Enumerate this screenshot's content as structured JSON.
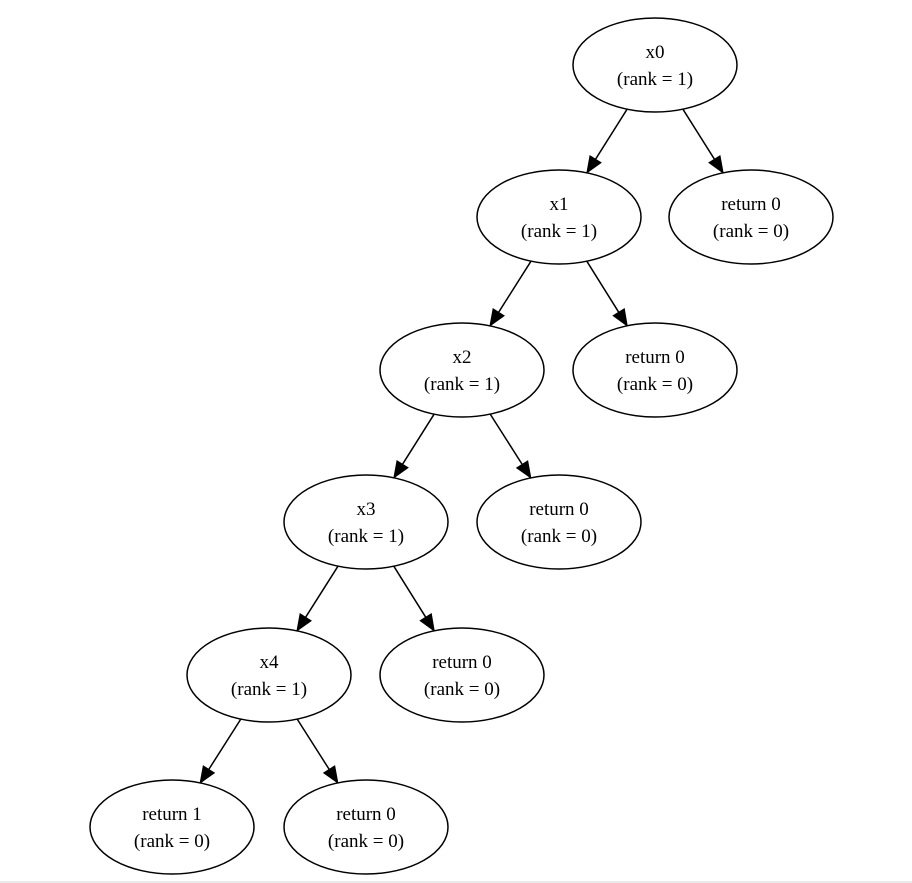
{
  "nodes": [
    {
      "id": "x0",
      "name": "x0",
      "rank": "(rank = 1)"
    },
    {
      "id": "x1",
      "name": "x1",
      "rank": "(rank = 1)"
    },
    {
      "id": "r0a",
      "name": "return 0",
      "rank": "(rank = 0)"
    },
    {
      "id": "x2",
      "name": "x2",
      "rank": "(rank = 1)"
    },
    {
      "id": "r0b",
      "name": "return 0",
      "rank": "(rank = 0)"
    },
    {
      "id": "x3",
      "name": "x3",
      "rank": "(rank = 1)"
    },
    {
      "id": "r0c",
      "name": "return 0",
      "rank": "(rank = 0)"
    },
    {
      "id": "x4",
      "name": "x4",
      "rank": "(rank = 1)"
    },
    {
      "id": "r0d",
      "name": "return 0",
      "rank": "(rank = 0)"
    },
    {
      "id": "r1",
      "name": "return 1",
      "rank": "(rank = 0)"
    },
    {
      "id": "r0e",
      "name": "return 0",
      "rank": "(rank = 0)"
    }
  ],
  "edges": [
    {
      "from": "x0",
      "to": "x1"
    },
    {
      "from": "x0",
      "to": "r0a"
    },
    {
      "from": "x1",
      "to": "x2"
    },
    {
      "from": "x1",
      "to": "r0b"
    },
    {
      "from": "x2",
      "to": "x3"
    },
    {
      "from": "x2",
      "to": "r0c"
    },
    {
      "from": "x3",
      "to": "x4"
    },
    {
      "from": "x3",
      "to": "r0d"
    },
    {
      "from": "x4",
      "to": "r1"
    },
    {
      "from": "x4",
      "to": "r0e"
    }
  ],
  "colors": {
    "stroke": "#000000",
    "fill": "#ffffff",
    "background": "#ffffff"
  }
}
